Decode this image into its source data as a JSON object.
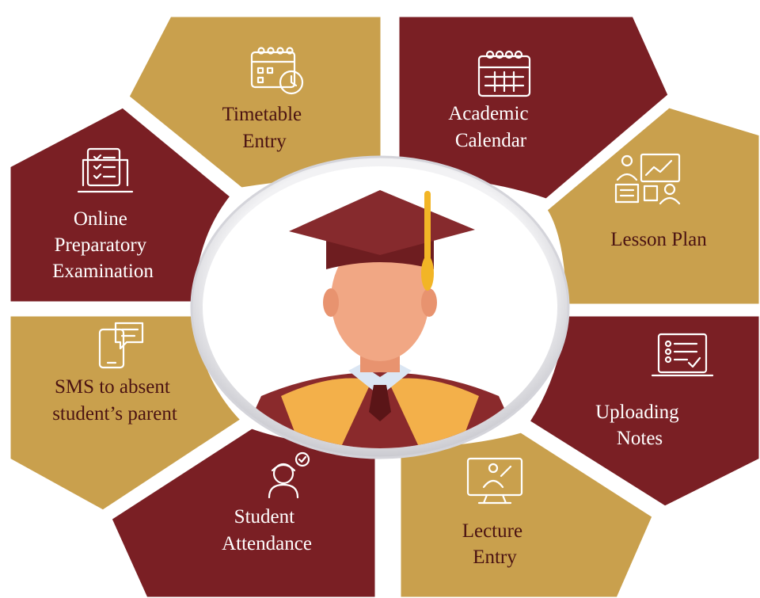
{
  "colors": {
    "maroon": "#7a1f24",
    "gold": "#c9a04d",
    "center_ring": "#e9e9ec",
    "cap": "#6e1d20",
    "tassel": "#f2b526",
    "skin": "#f1a784",
    "gown_trim": "#f3b04a"
  },
  "center": {
    "icon": "graduate-icon"
  },
  "segments": [
    {
      "id": "academic-calendar",
      "lines": [
        "Academic",
        "Calendar"
      ],
      "color": "maroon",
      "icon": "calendar-icon"
    },
    {
      "id": "lesson-plan",
      "lines": [
        "Lesson Plan"
      ],
      "color": "gold",
      "icon": "lesson-plan-icon"
    },
    {
      "id": "uploading-notes",
      "lines": [
        "Uploading",
        "Notes"
      ],
      "color": "maroon",
      "icon": "notes-laptop-icon"
    },
    {
      "id": "lecture-entry",
      "lines": [
        "Lecture",
        "Entry"
      ],
      "color": "gold",
      "icon": "lecture-monitor-icon"
    },
    {
      "id": "student-attendance",
      "lines": [
        "Student",
        "Attendance"
      ],
      "color": "maroon",
      "icon": "student-check-icon"
    },
    {
      "id": "sms-absent",
      "lines": [
        "SMS to absent",
        "student’s parent"
      ],
      "color": "gold",
      "icon": "sms-phone-icon"
    },
    {
      "id": "online-exam",
      "lines": [
        "Online",
        "Preparatory",
        "Examination"
      ],
      "color": "maroon",
      "icon": "exam-laptop-icon"
    },
    {
      "id": "timetable-entry",
      "lines": [
        "Timetable",
        "Entry"
      ],
      "color": "gold",
      "icon": "timetable-clock-icon"
    }
  ]
}
